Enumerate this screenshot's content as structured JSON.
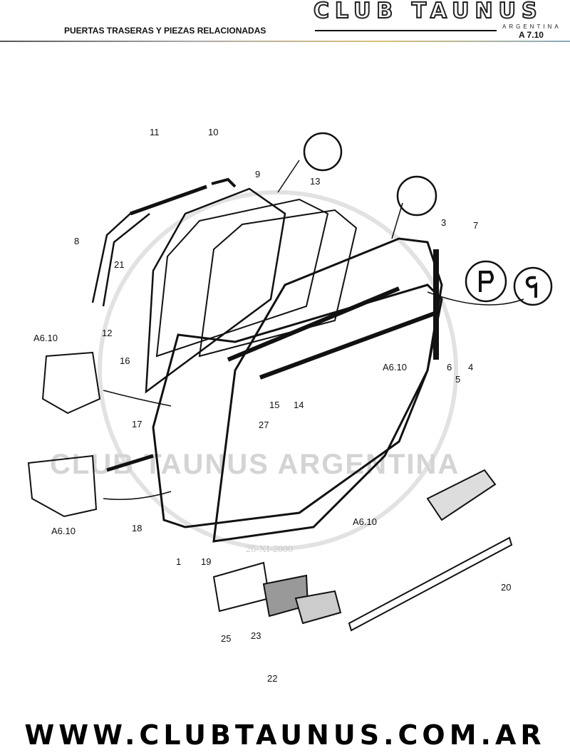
{
  "header": {
    "title": "PUERTAS TRASERAS Y PIEZAS RELACIONADAS",
    "logo": "CLUB TAUNUS",
    "logo_sub": "ARGENTINA",
    "page_ref": "A 7.10"
  },
  "watermark": {
    "text": "CLUB TAUNUS ARGENTINA",
    "date": "26-XI-2000"
  },
  "callouts": {
    "c11": "11",
    "c10": "10",
    "c9": "9",
    "c13": "13",
    "c3": "3",
    "c7": "7",
    "c8": "8",
    "c21": "21",
    "c12": "12",
    "a1": "A6.10",
    "c16": "16",
    "a2": "A6.10",
    "c6": "6",
    "c5": "5",
    "c4": "4",
    "c15": "15",
    "c14": "14",
    "c27": "27",
    "c17": "17",
    "c18": "18",
    "a3": "A6.10",
    "c1": "1",
    "c19": "19",
    "a4": "A6.10",
    "c20": "20",
    "c25": "25",
    "c23": "23",
    "c22": "22"
  },
  "footer": {
    "url": "WWW.CLUBTAUNUS.COM.AR"
  }
}
